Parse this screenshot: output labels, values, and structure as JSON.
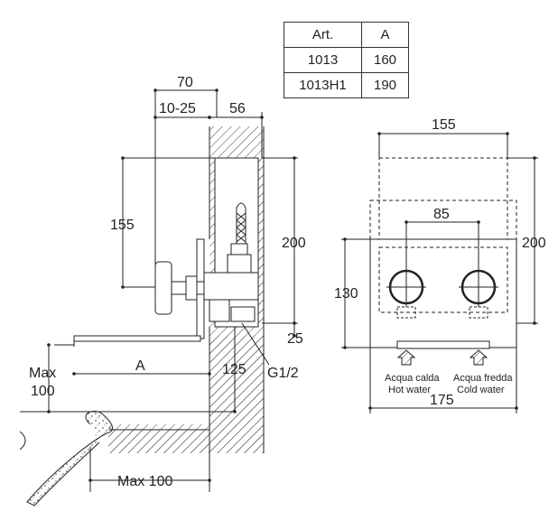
{
  "table": {
    "header": [
      "Art.",
      "A"
    ],
    "rows": [
      [
        "1013",
        "160"
      ],
      [
        "1013H1",
        "190"
      ]
    ]
  },
  "side_view": {
    "dims": {
      "d70": "70",
      "d10_25": "10-25",
      "d56": "56",
      "d155": "155",
      "d200": "200",
      "d25": "25",
      "dA": "A",
      "d125": "125",
      "thread": "G1/2",
      "max100_a": "Max",
      "max100_b": "100",
      "max100_bottom": "Max 100"
    }
  },
  "front_view": {
    "dims": {
      "d155": "155",
      "d85": "85",
      "d200": "200",
      "d130": "130",
      "d175": "175"
    },
    "hot_label_it": "Acqua calda",
    "hot_label_en": "Hot water",
    "cold_label_it": "Acqua fredda",
    "cold_label_en": "Cold water"
  }
}
